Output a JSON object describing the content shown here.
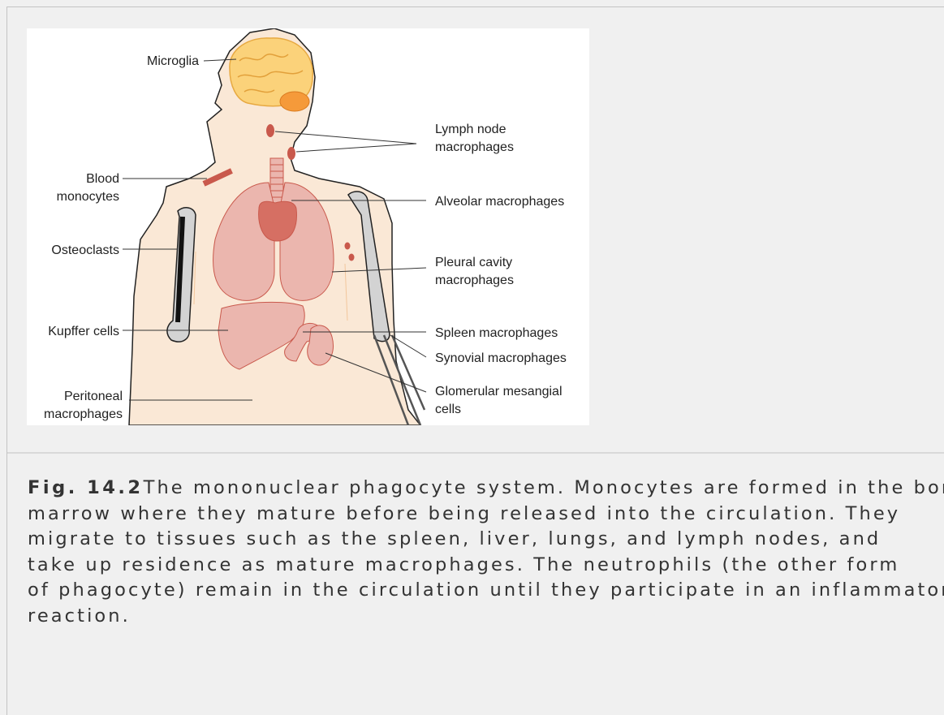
{
  "figure": {
    "labels": {
      "microglia": "Microglia",
      "lymph_node_1": "Lymph node",
      "lymph_node_2": "macrophages",
      "blood_1": "Blood",
      "blood_2": "monocytes",
      "alveolar": "Alveolar macrophages",
      "osteoclasts": "Osteoclasts",
      "pleural_1": "Pleural cavity",
      "pleural_2": "macrophages",
      "kupffer": "Kupffer cells",
      "spleen": "Spleen macrophages",
      "synovial": "Synovial macrophages",
      "peritoneal_1": "Peritoneal",
      "peritoneal_2": "macrophages",
      "glomerular_1": "Glomerular mesangial",
      "glomerular_2": "cells"
    },
    "colors": {
      "skin": "#fae8d6",
      "organ": "#ebb6ae",
      "organ_dark": "#c9594c",
      "brain": "#fbd27a",
      "bone": "#d3d3d3"
    }
  },
  "caption": {
    "fig_number": "Fig. 14.2",
    "line1": "The mononuclear phagocyte system. Monocytes are formed in the bone",
    "line2": "marrow where they mature before being released into the circulation. They",
    "line3": "migrate to tissues such as the spleen, liver, lungs, and lymph nodes, and",
    "line4": "take up residence as mature macrophages. The neutrophils (the other form",
    "line5": "of phagocyte) remain in the circulation until they participate in an inflammatory",
    "line6": "reaction."
  }
}
